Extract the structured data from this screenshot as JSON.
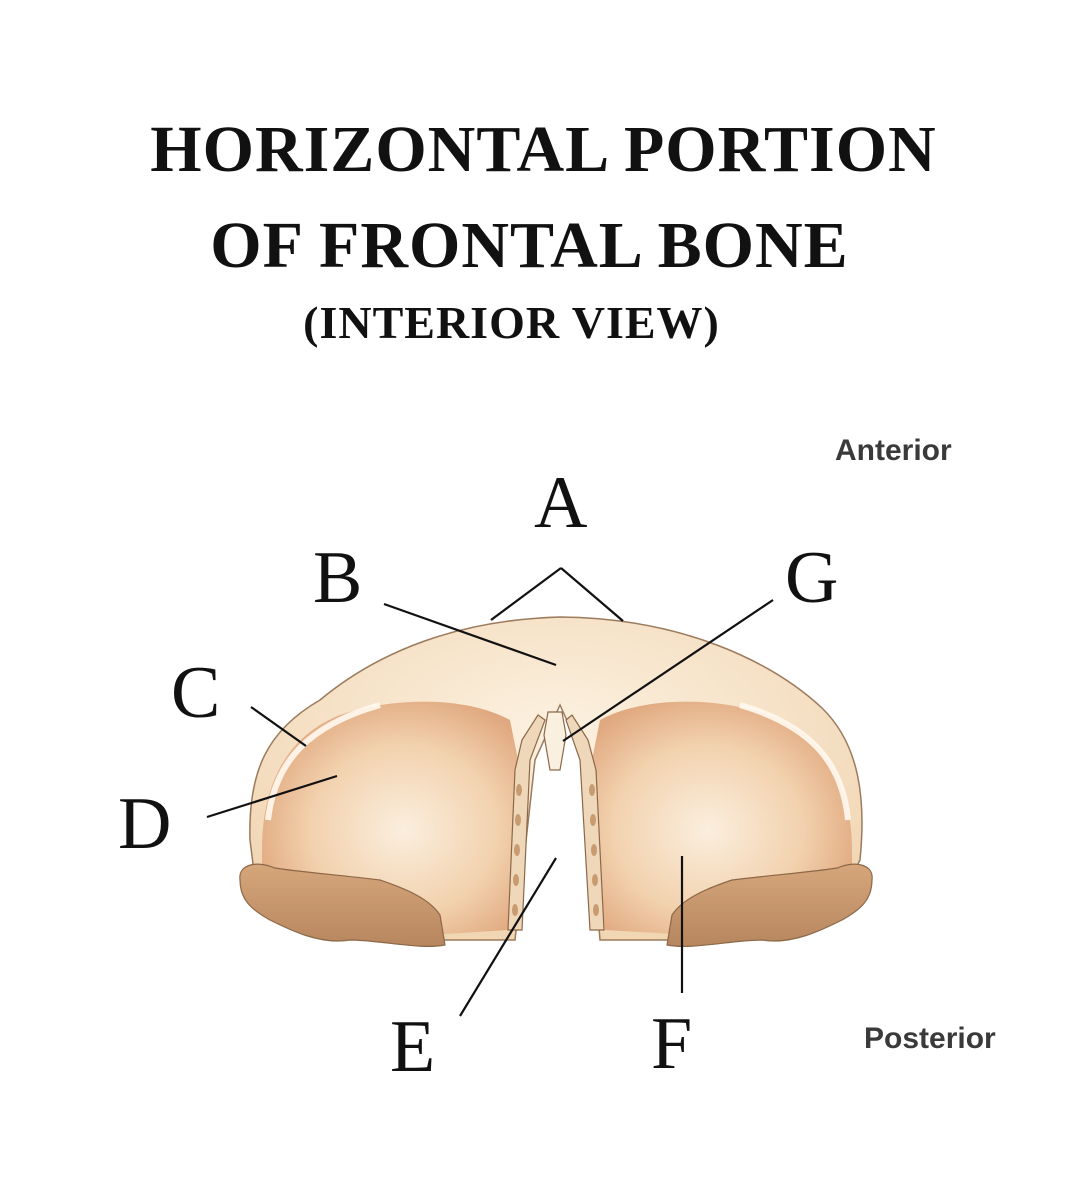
{
  "title": {
    "line1": "HORIZONTAL PORTION",
    "line2": "OF FRONTAL BONE",
    "line3": "(INTERIOR VIEW)"
  },
  "orientation": {
    "top": "Anterior",
    "bottom": "Posterior"
  },
  "labels": {
    "A": "A",
    "B": "B",
    "C": "C",
    "D": "D",
    "E": "E",
    "F": "F",
    "G": "G"
  },
  "colors": {
    "bone_light": "#f8e7cf",
    "bone_shade": "#e7b48d",
    "bone_edge": "#9c7a5c",
    "fracture": "#c99b70",
    "text": "#111111"
  }
}
